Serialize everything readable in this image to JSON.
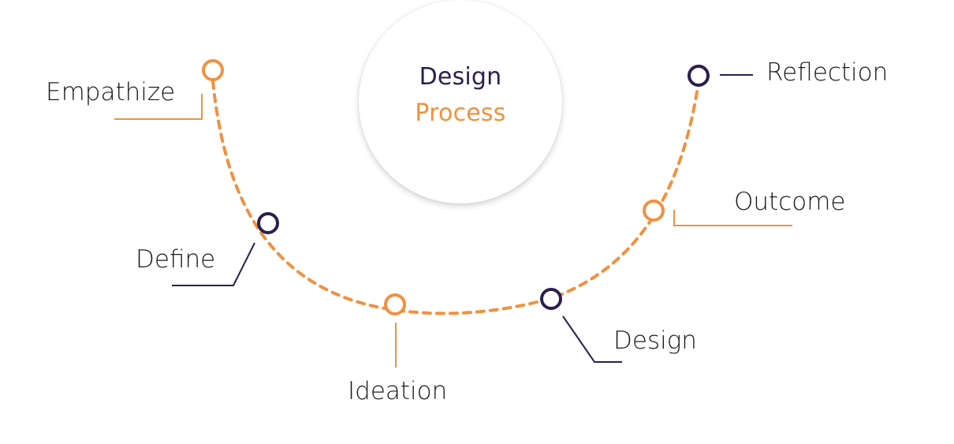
{
  "title": {
    "line1": "Design",
    "line2": "Process"
  },
  "colors": {
    "accent_orange": "#f0913f",
    "accent_navy": "#2b1f4e",
    "text": "#1a1a1a",
    "background": "#ffffff"
  },
  "stages": [
    {
      "label": "Empathize",
      "node_color": "orange",
      "order": 1
    },
    {
      "label": "Define",
      "node_color": "navy",
      "order": 2
    },
    {
      "label": "Ideation",
      "node_color": "orange",
      "order": 3
    },
    {
      "label": "Design",
      "node_color": "navy",
      "order": 4
    },
    {
      "label": "Outcome",
      "node_color": "orange",
      "order": 5
    },
    {
      "label": "Reflection",
      "node_color": "navy",
      "order": 6
    }
  ]
}
